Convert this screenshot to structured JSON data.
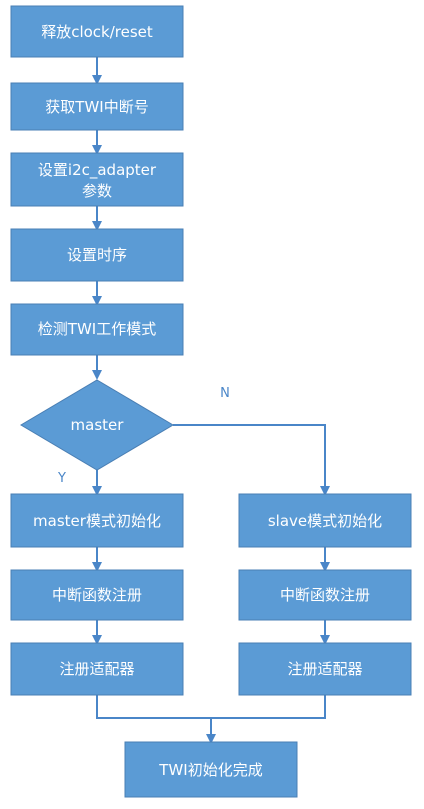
{
  "colors": {
    "box_fill": "#5b9bd5",
    "box_stroke": "#4a7fb4",
    "arrow": "#4a86c8",
    "text": "#ffffff"
  },
  "diagram": {
    "steps": {
      "release_clock": "释放clock/reset",
      "get_irq": "获取TWI中断号",
      "set_adapter_line1": "设置i2c_adapter",
      "set_adapter_line2": "参数",
      "set_timing": "设置时序",
      "detect_mode": "检测TWI工作模式",
      "decision": "master",
      "master_init": "master模式初始化",
      "master_irq": "中断函数注册",
      "master_adapter": "注册适配器",
      "slave_init": "slave模式初始化",
      "slave_irq": "中断函数注册",
      "slave_adapter": "注册适配器",
      "done": "TWI初始化完成"
    },
    "labels": {
      "yes": "Y",
      "no": "N"
    }
  }
}
